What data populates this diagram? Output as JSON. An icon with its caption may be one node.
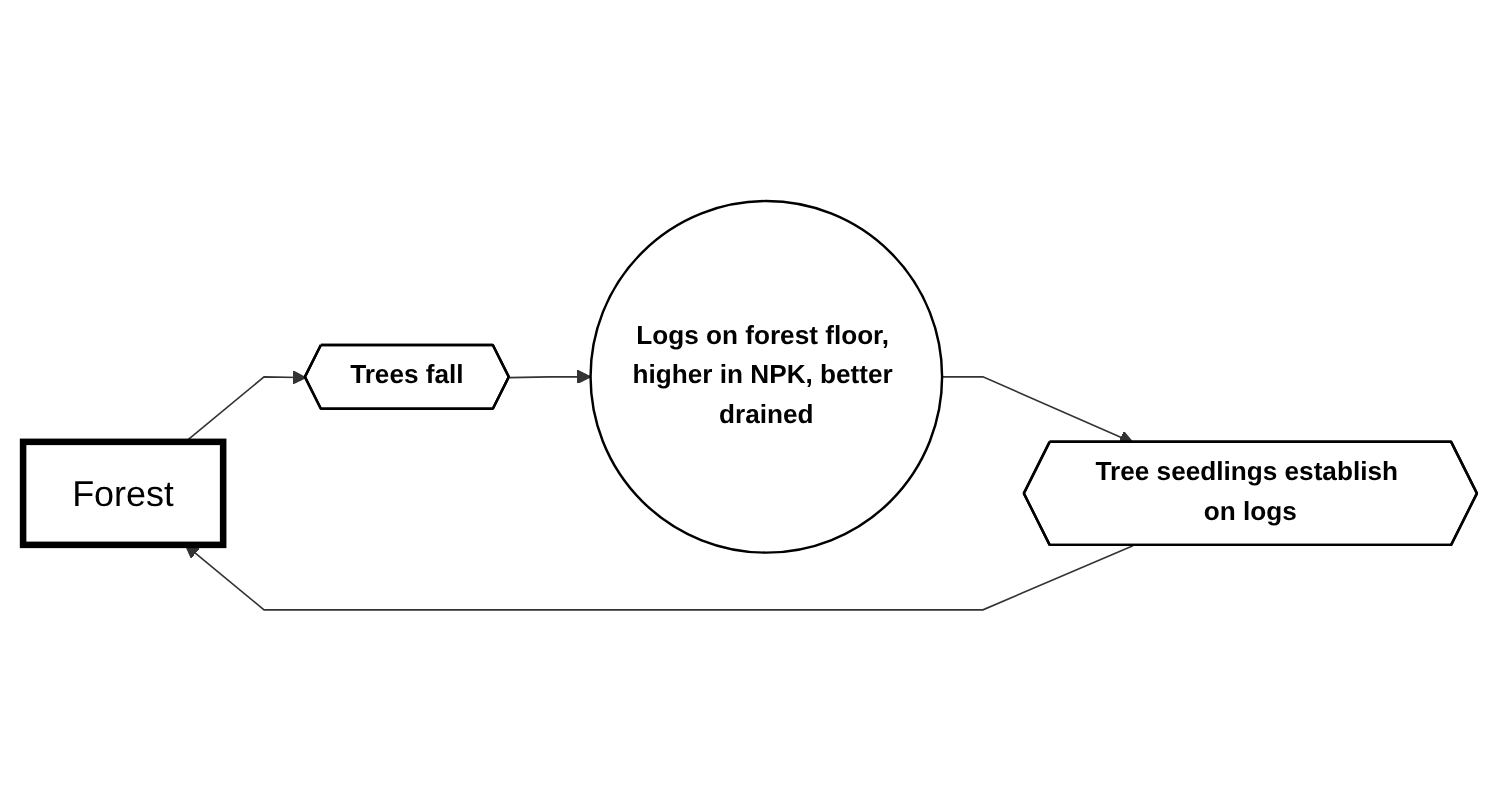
{
  "diagram": {
    "nodes": [
      {
        "text": [
          "Forest"
        ]
      },
      {
        "text": [
          "Trees fall"
        ]
      },
      {
        "text": [
          "Logs on forest floor, higher in NPK, better drained"
        ]
      },
      {
        "text": [
          "Tree seedlings establish on logs"
        ]
      }
    ],
    "edges": [
      {
        "from": 0,
        "to": 1,
        "arrow": "to"
      },
      {
        "from": 1,
        "to": 2,
        "arrow": "to"
      },
      {
        "from": 2,
        "to": 3,
        "arrow": "to"
      },
      {
        "from": 3,
        "to": 0,
        "arrow": "to"
      }
    ]
  }
}
